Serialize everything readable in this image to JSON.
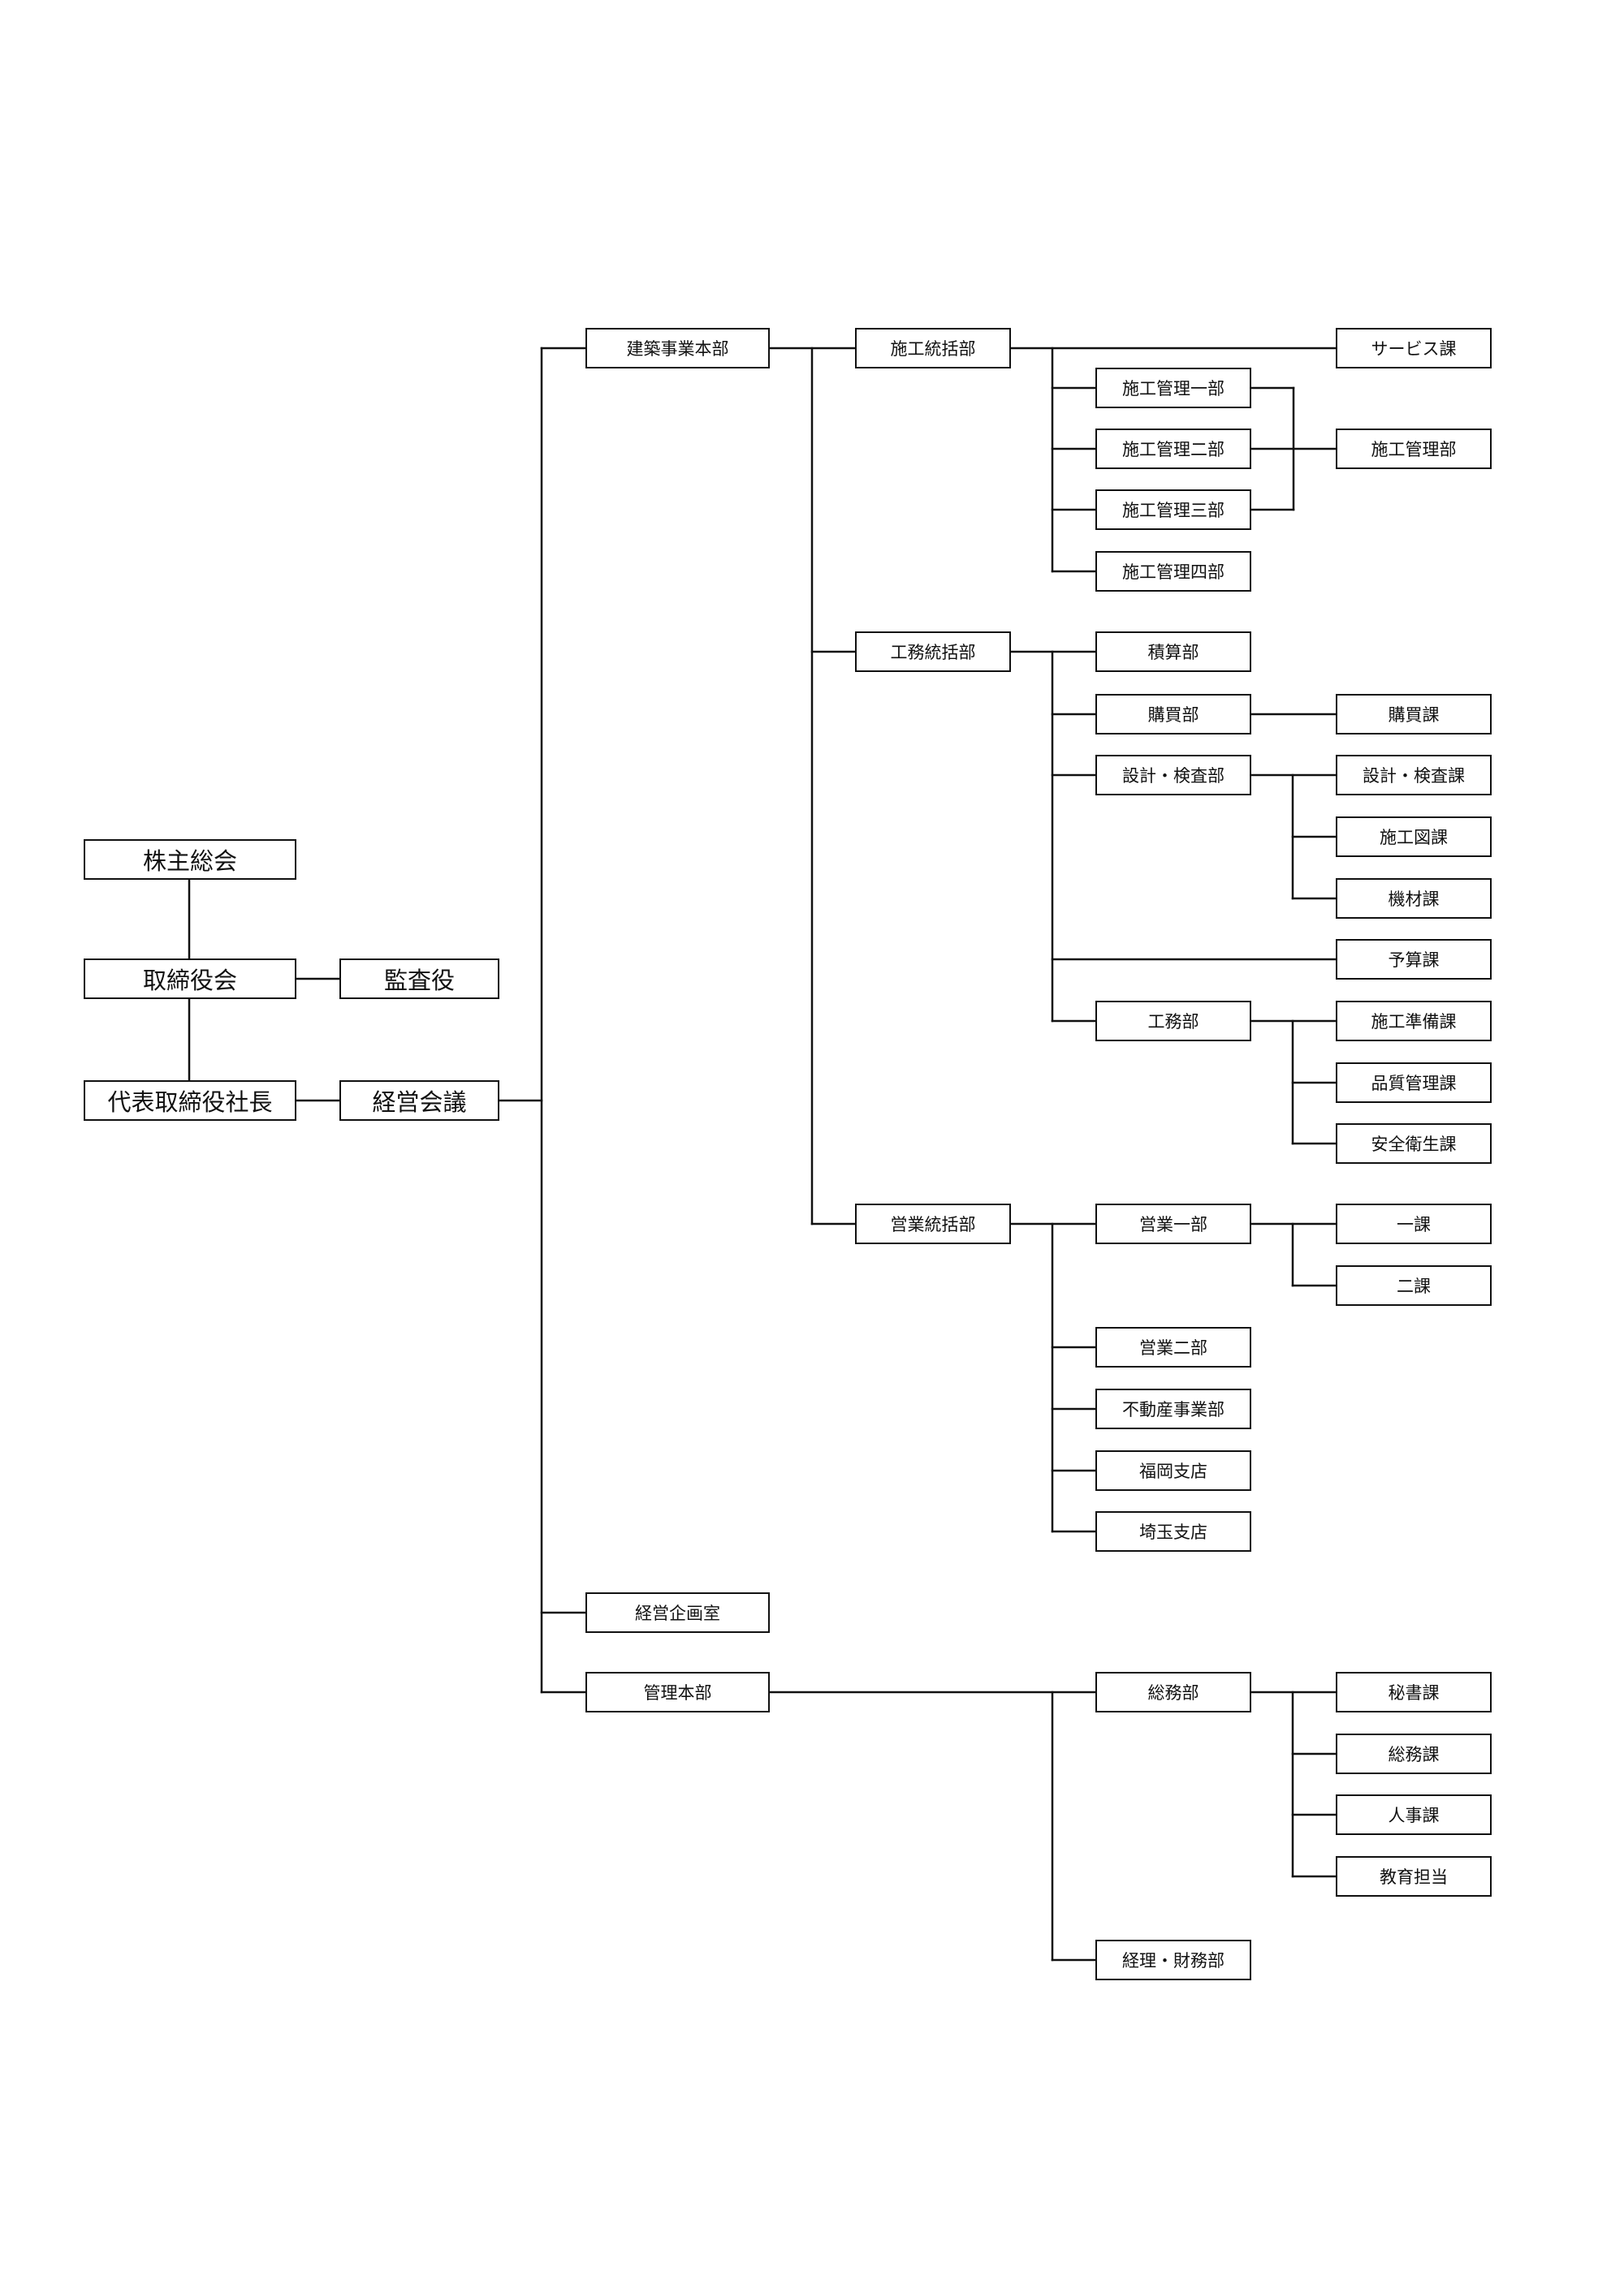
{
  "nodes": {
    "kabunushi": "株主総会",
    "torishimariyaku": "取締役会",
    "kansayaku": "監査役",
    "shacho": "代表取締役社長",
    "keiei_kaigi": "経営会議",
    "kenchiku_honbu": "建築事業本部",
    "keiei_kikaku": "経営企画室",
    "kanri_honbu": "管理本部",
    "seko_tokatsu": "施工統括部",
    "komu_tokatsu": "工務統括部",
    "eigyo_tokatsu": "営業統括部",
    "service_ka": "サービス課",
    "seko_kanri_1": "施工管理一部",
    "seko_kanri_2": "施工管理二部",
    "seko_kanri_3": "施工管理三部",
    "seko_kanri_4": "施工管理四部",
    "seko_kanri_bu": "施工管理部",
    "sekisan": "積算部",
    "kobai_bu": "購買部",
    "kobai_ka": "購買課",
    "sekkei_bu": "設計・検査部",
    "sekkei_ka": "設計・検査課",
    "sekozu_ka": "施工図課",
    "kizai_ka": "機材課",
    "yosan_ka": "予算課",
    "komu_bu": "工務部",
    "seko_junbi": "施工準備課",
    "hinshitsu": "品質管理課",
    "anzen": "安全衛生課",
    "eigyo_1": "営業一部",
    "ichi_ka": "一課",
    "ni_ka": "二課",
    "eigyo_2": "営業二部",
    "fudosan": "不動産事業部",
    "fukuoka": "福岡支店",
    "saitama": "埼玉支店",
    "somu_bu": "総務部",
    "hisho": "秘書課",
    "somu_ka": "総務課",
    "jinji": "人事課",
    "kyoiku": "教育担当",
    "keiri": "経理・財務部"
  }
}
